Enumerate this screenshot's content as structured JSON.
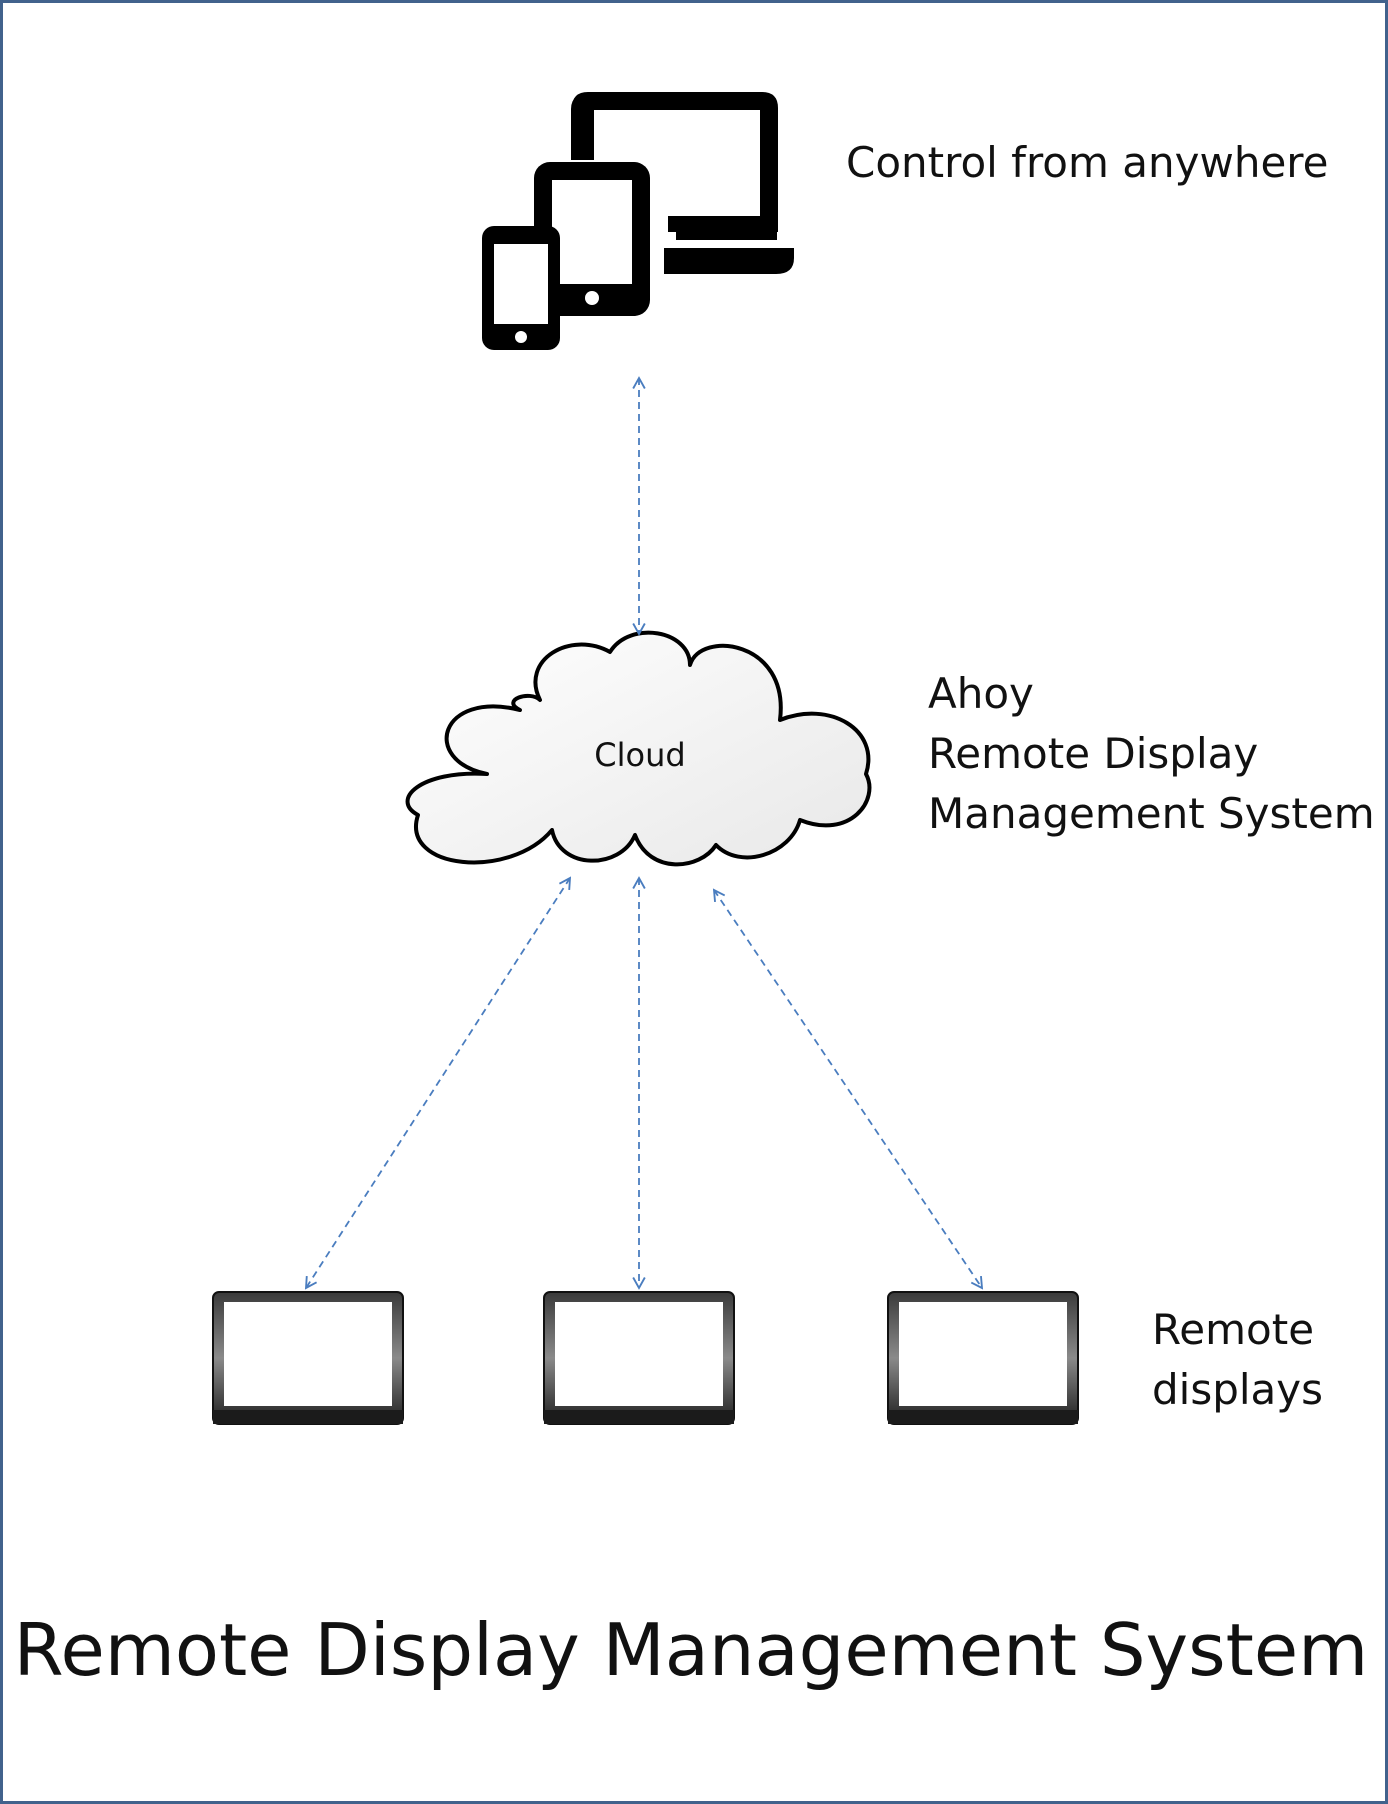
{
  "diagram": {
    "top_label": "Control from anywhere",
    "cloud_label": "Cloud",
    "system_label_lines": [
      "Ahoy",
      "Remote Display",
      "Management System"
    ],
    "remote_label_lines": [
      "Remote",
      "displays"
    ],
    "title": "Remote Display Management System"
  },
  "icons": {
    "devices": "devices-icon",
    "cloud": "cloud-icon",
    "display": "display-screen-icon"
  },
  "colors": {
    "frame": "#41628c",
    "connector": "#4a7dbf",
    "icon": "#000000"
  }
}
